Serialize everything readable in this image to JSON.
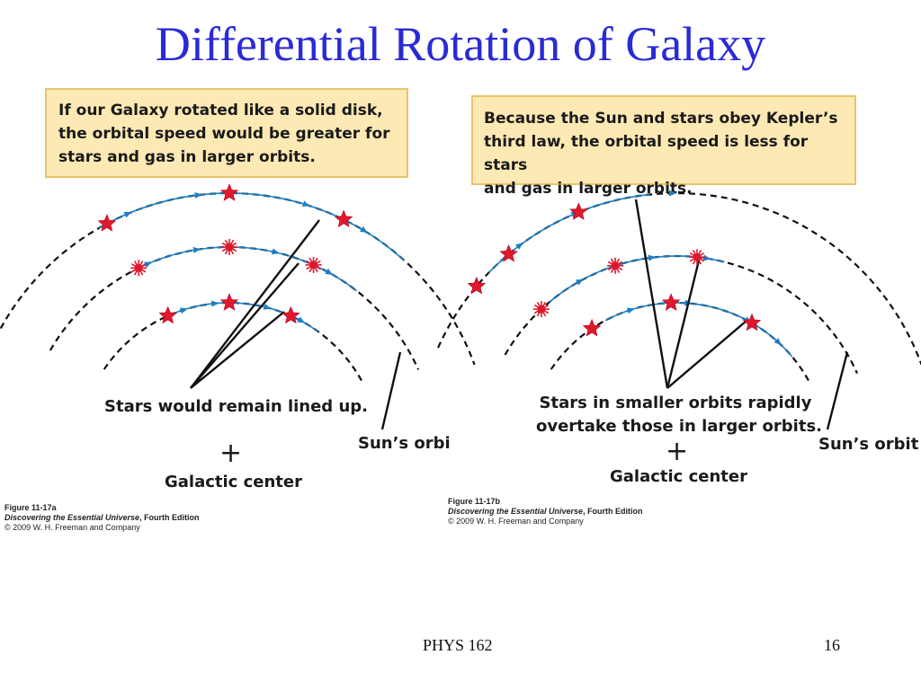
{
  "title": "Differential Rotation of Galaxy",
  "panel_a": {
    "callout": [
      "If our Galaxy rotated like a solid disk,",
      "the orbital speed would be greater for",
      "stars and gas in larger orbits."
    ],
    "pointer_label": "Stars would remain lined up.",
    "sun_label": "Sun’s orbi",
    "center_symbol": "+",
    "center_label": "Galactic center",
    "caption": {
      "figure": "Figure 11-17a",
      "book": "Discovering the Essential Universe",
      "edition": ", Fourth Edition",
      "copyright": "© 2009 W. H. Freeman and Company"
    }
  },
  "panel_b": {
    "callout": [
      "Because the Sun and stars obey Kepler’s",
      "third law, the orbital speed is less for stars",
      "and gas in larger orbits."
    ],
    "pointer_label": [
      "Stars in smaller orbits rapidly",
      "overtake those in larger orbits."
    ],
    "sun_label": "Sun’s orbit",
    "center_symbol": "+",
    "center_label": "Galactic center",
    "caption": {
      "figure": "Figure 11-17b",
      "book": "Discovering the Essential Universe",
      "edition": ", Fourth Edition",
      "copyright": "© 2009 W. H. Freeman and Company"
    }
  },
  "footer": {
    "course": "PHYS 162",
    "page": "16"
  },
  "colors": {
    "title": "#2a2ad6",
    "callout_fill": "#fde9b4",
    "star": "#e0182d",
    "arrow": "#1a7fc4",
    "line": "#111111"
  }
}
